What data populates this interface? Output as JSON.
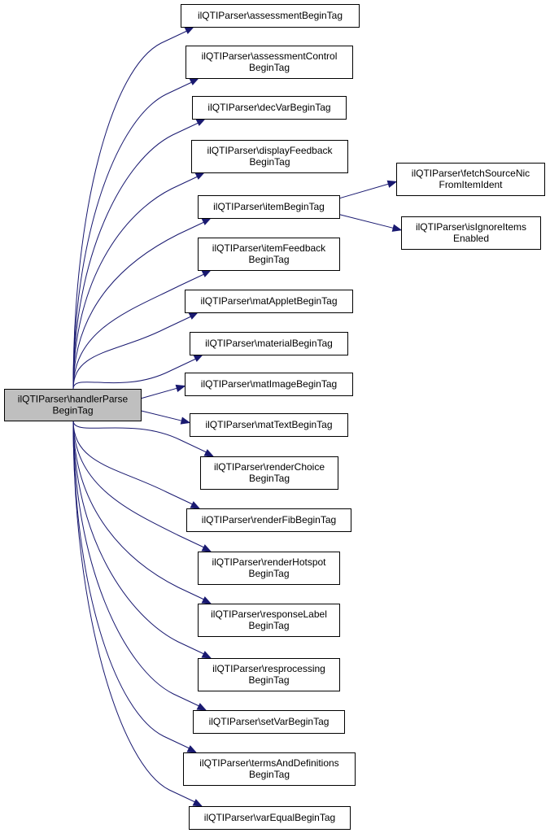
{
  "diagram": {
    "type": "call-graph",
    "edge_color": "#191970",
    "root_fill": "#bfbfbf",
    "root": {
      "id": "root",
      "lines": [
        "ilQTIParser\\handlerParse",
        "BeginTag"
      ]
    },
    "callees": [
      {
        "id": "n1",
        "lines": [
          "ilQTIParser\\assessmentBeginTag"
        ]
      },
      {
        "id": "n2",
        "lines": [
          "ilQTIParser\\assessmentControl",
          "BeginTag"
        ]
      },
      {
        "id": "n3",
        "lines": [
          "ilQTIParser\\decVarBeginTag"
        ]
      },
      {
        "id": "n4",
        "lines": [
          "ilQTIParser\\displayFeedback",
          "BeginTag"
        ]
      },
      {
        "id": "n5",
        "lines": [
          "ilQTIParser\\itemBeginTag"
        ]
      },
      {
        "id": "n6",
        "lines": [
          "ilQTIParser\\itemFeedback",
          "BeginTag"
        ]
      },
      {
        "id": "n7",
        "lines": [
          "ilQTIParser\\matAppletBeginTag"
        ]
      },
      {
        "id": "n8",
        "lines": [
          "ilQTIParser\\materialBeginTag"
        ]
      },
      {
        "id": "n9",
        "lines": [
          "ilQTIParser\\matImageBeginTag"
        ]
      },
      {
        "id": "n10",
        "lines": [
          "ilQTIParser\\matTextBeginTag"
        ]
      },
      {
        "id": "n11",
        "lines": [
          "ilQTIParser\\renderChoice",
          "BeginTag"
        ]
      },
      {
        "id": "n12",
        "lines": [
          "ilQTIParser\\renderFibBeginTag"
        ]
      },
      {
        "id": "n13",
        "lines": [
          "ilQTIParser\\renderHotspot",
          "BeginTag"
        ]
      },
      {
        "id": "n14",
        "lines": [
          "ilQTIParser\\responseLabel",
          "BeginTag"
        ]
      },
      {
        "id": "n15",
        "lines": [
          "ilQTIParser\\resprocessing",
          "BeginTag"
        ]
      },
      {
        "id": "n16",
        "lines": [
          "ilQTIParser\\setVarBeginTag"
        ]
      },
      {
        "id": "n17",
        "lines": [
          "ilQTIParser\\termsAndDefinitions",
          "BeginTag"
        ]
      },
      {
        "id": "n18",
        "lines": [
          "ilQTIParser\\varEqualBeginTag"
        ]
      }
    ],
    "second_level": [
      {
        "id": "m1",
        "parent": "n5",
        "lines": [
          "ilQTIParser\\fetchSourceNic",
          "FromItemIdent"
        ]
      },
      {
        "id": "m2",
        "parent": "n5",
        "lines": [
          "ilQTIParser\\isIgnoreItems",
          "Enabled"
        ]
      }
    ]
  }
}
